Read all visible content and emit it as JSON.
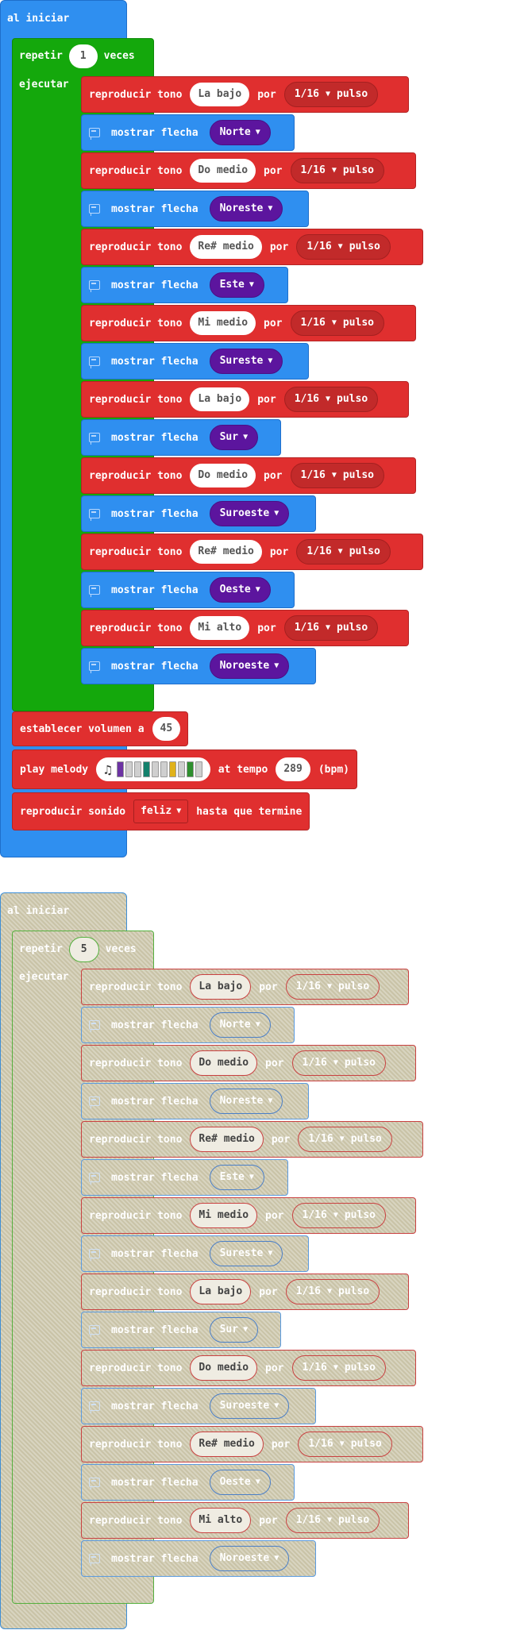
{
  "colors": {
    "hat": "#2f8ff0",
    "loop": "#14a80c",
    "tone": "#e02f2f",
    "arrow": "#2f8ff0",
    "direction_dropdown": "#5c159e",
    "ghost": "#c9c3a7"
  },
  "program": {
    "hat_label": "al iniciar",
    "repeat_label": "repetir",
    "repeat_count": "1",
    "times_label": "veces",
    "do_label": "ejecutar",
    "tone_label": "reproducir tono",
    "for_label": "por",
    "beat_value": "1/16",
    "beat_unit": "pulso",
    "arrow_label": "mostrar flecha",
    "steps": [
      {
        "note": "La bajo",
        "direction": "Norte"
      },
      {
        "note": "Do medio",
        "direction": "Noreste"
      },
      {
        "note": "Re# medio",
        "direction": "Este"
      },
      {
        "note": "Mi medio",
        "direction": "Sureste"
      },
      {
        "note": "La bajo",
        "direction": "Sur"
      },
      {
        "note": "Do medio",
        "direction": "Suroeste"
      },
      {
        "note": "Re# medio",
        "direction": "Oeste"
      },
      {
        "note": "Mi alto",
        "direction": "Noroeste"
      }
    ],
    "volume_label": "establecer volumen a",
    "volume_value": "45",
    "melody_label": "play melody",
    "melody_colors": [
      "#6c33a3",
      "#cfcfcf",
      "#cfcfcf",
      "#13806b",
      "#cfcfcf",
      "#cfcfcf",
      "#e0b21a",
      "#cfcfcf",
      "#2f8f2f",
      "#cfcfcf"
    ],
    "tempo_label": "at tempo",
    "tempo_value": "289",
    "bpm_label": "(bpm)",
    "sound_label": "reproducir sonido",
    "sound_value": "feliz",
    "until_label": "hasta que termine"
  },
  "ghost_program": {
    "hat_label": "al iniciar",
    "repeat_label": "repetir",
    "repeat_count": "5",
    "times_label": "veces",
    "do_label": "ejecutar",
    "tone_label": "reproducir tono",
    "for_label": "por",
    "beat_value": "1/16",
    "beat_unit": "pulso",
    "arrow_label": "mostrar flecha",
    "steps": [
      {
        "note": "La bajo",
        "direction": "Norte"
      },
      {
        "note": "Do medio",
        "direction": "Noreste"
      },
      {
        "note": "Re# medio",
        "direction": "Este"
      },
      {
        "note": "Mi medio",
        "direction": "Sureste"
      },
      {
        "note": "La bajo",
        "direction": "Sur"
      },
      {
        "note": "Do medio",
        "direction": "Suroeste"
      },
      {
        "note": "Re# medio",
        "direction": "Oeste"
      },
      {
        "note": "Mi alto",
        "direction": "Noroeste"
      }
    ]
  }
}
